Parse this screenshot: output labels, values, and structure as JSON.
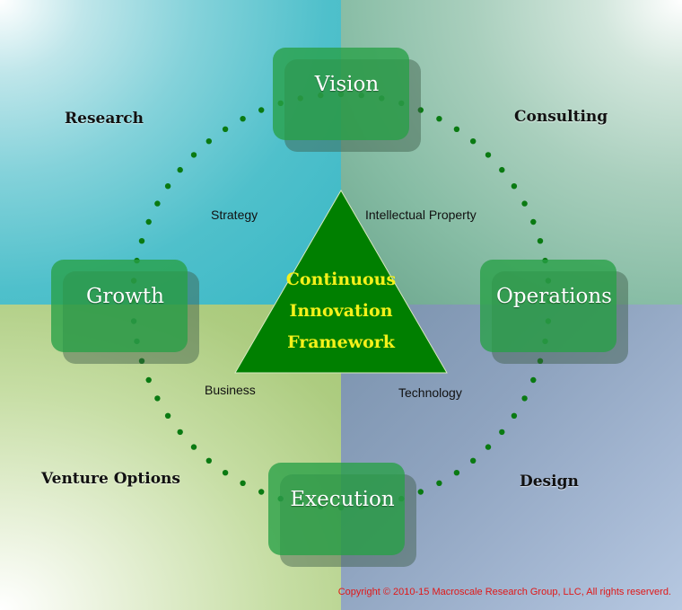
{
  "quadrants": [
    {
      "label": "Research",
      "color": "#3bb8c6"
    },
    {
      "label": "Consulting",
      "color": "#6ea88f"
    },
    {
      "label": "Venture Options",
      "color": "#a7c878"
    },
    {
      "label": "Design",
      "color": "#8ea3bf"
    }
  ],
  "center": {
    "lines": [
      "Continuous",
      "Innovation",
      "Framework"
    ],
    "triangle_color": "#007f00",
    "text_color": "#f4f11a"
  },
  "nodes": {
    "top": "Vision",
    "left": "Growth",
    "right": "Operations",
    "bottom": "Execution"
  },
  "edge_labels": {
    "top_left": "Strategy",
    "top_right": "Intellectual Property",
    "bottom_left": "Business",
    "bottom_right": "Technology"
  },
  "dot_color": "#0a7a12",
  "copyright": "Copyright © 2010-15 Macroscale Research Group, LLC, All rights reserverd."
}
